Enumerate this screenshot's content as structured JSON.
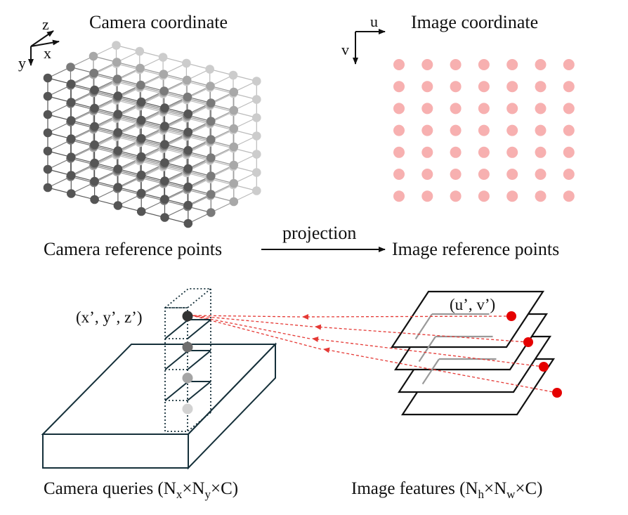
{
  "labels": {
    "camera_coordinate": "Camera coordinate",
    "image_coordinate": "Image coordinate",
    "camera_reference_points": "Camera reference points",
    "projection": "projection",
    "image_reference_points": "Image reference points",
    "point_3d": "(x’, y’, z’)",
    "point_2d": "(u’, v’)",
    "camera_queries_prefix": "Camera queries (N",
    "camera_queries_sub_x": "x",
    "camera_queries_sub_y": "y",
    "camera_queries_suffix": "×C)",
    "image_features_prefix": "Image features (N",
    "image_features_sub_h": "h",
    "image_features_sub_w": "w",
    "image_features_suffix": "×C)",
    "times": "×N"
  },
  "axes_camera": {
    "z": "z",
    "x": "x",
    "y": "y"
  },
  "axes_image": {
    "u": "u",
    "v": "v"
  },
  "grid_camera": {
    "columns": 7,
    "rows": 7,
    "depth_layers": 4
  },
  "grid_image": {
    "columns": 7,
    "rows": 7
  },
  "feature_planes": 4,
  "query_cells": 4,
  "colors": {
    "front_points": "#555555",
    "mid_points": "#7a7a7a",
    "back_points": "#a8a8a8",
    "far_points": "#cccccc",
    "image_points": "#f7b0b0",
    "projection_line": "#e53935",
    "feature_point": "#e50000",
    "block_stroke": "#15303a"
  }
}
